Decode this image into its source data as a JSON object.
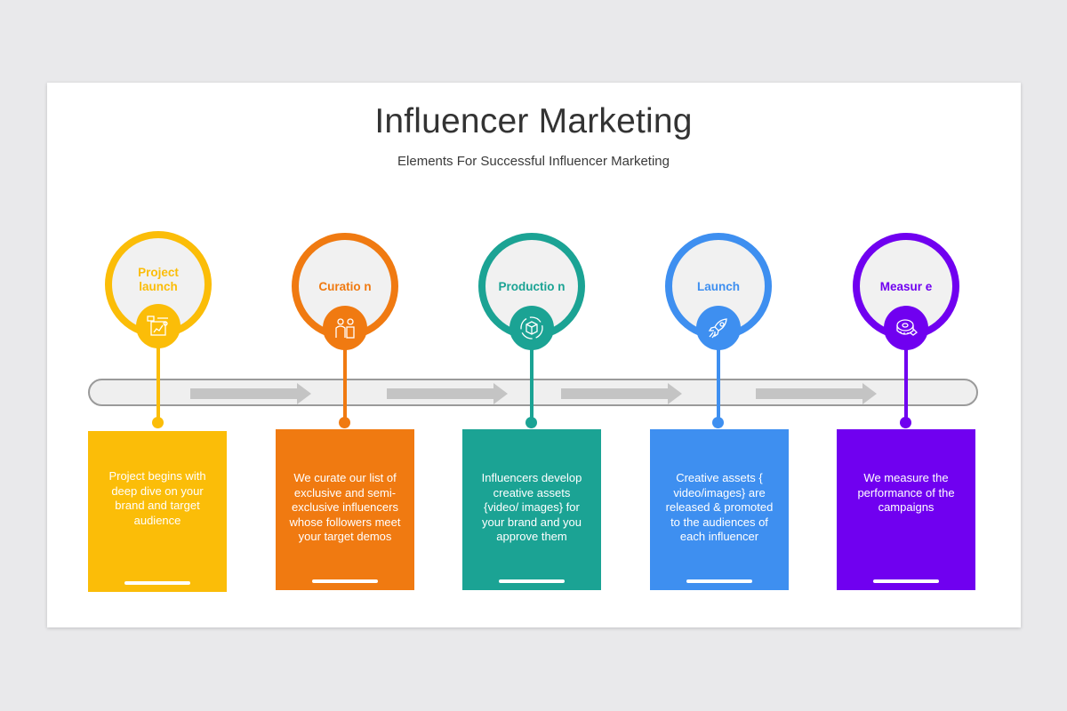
{
  "title": "Influencer Marketing",
  "subtitle": "Elements For Successful  Influencer Marketing",
  "steps": [
    {
      "label": "Project launch",
      "icon": "project-board-icon",
      "color": "#fbbd08",
      "text": "Project begins with deep dive on your brand and target audience"
    },
    {
      "label": "Curatio n",
      "icon": "people-curation-icon",
      "color": "#f07a11",
      "text": "We curate our list of exclusive and semi- exclusive influencers whose followers meet your target demos"
    },
    {
      "label": "Productio n",
      "icon": "box-cycle-icon",
      "color": "#1ba394",
      "text": "Influencers develop creative assets {video/ images} for your brand and you approve them"
    },
    {
      "label": "Launch",
      "icon": "rocket-icon",
      "color": "#3e8ff0",
      "text": "Creative assets { video/images} are released & promoted to the audiences of each influencer"
    },
    {
      "label": "Measur e",
      "icon": "measuring-tape-icon",
      "color": "#7000f0",
      "text": "We measure the performance of the campaigns"
    }
  ]
}
